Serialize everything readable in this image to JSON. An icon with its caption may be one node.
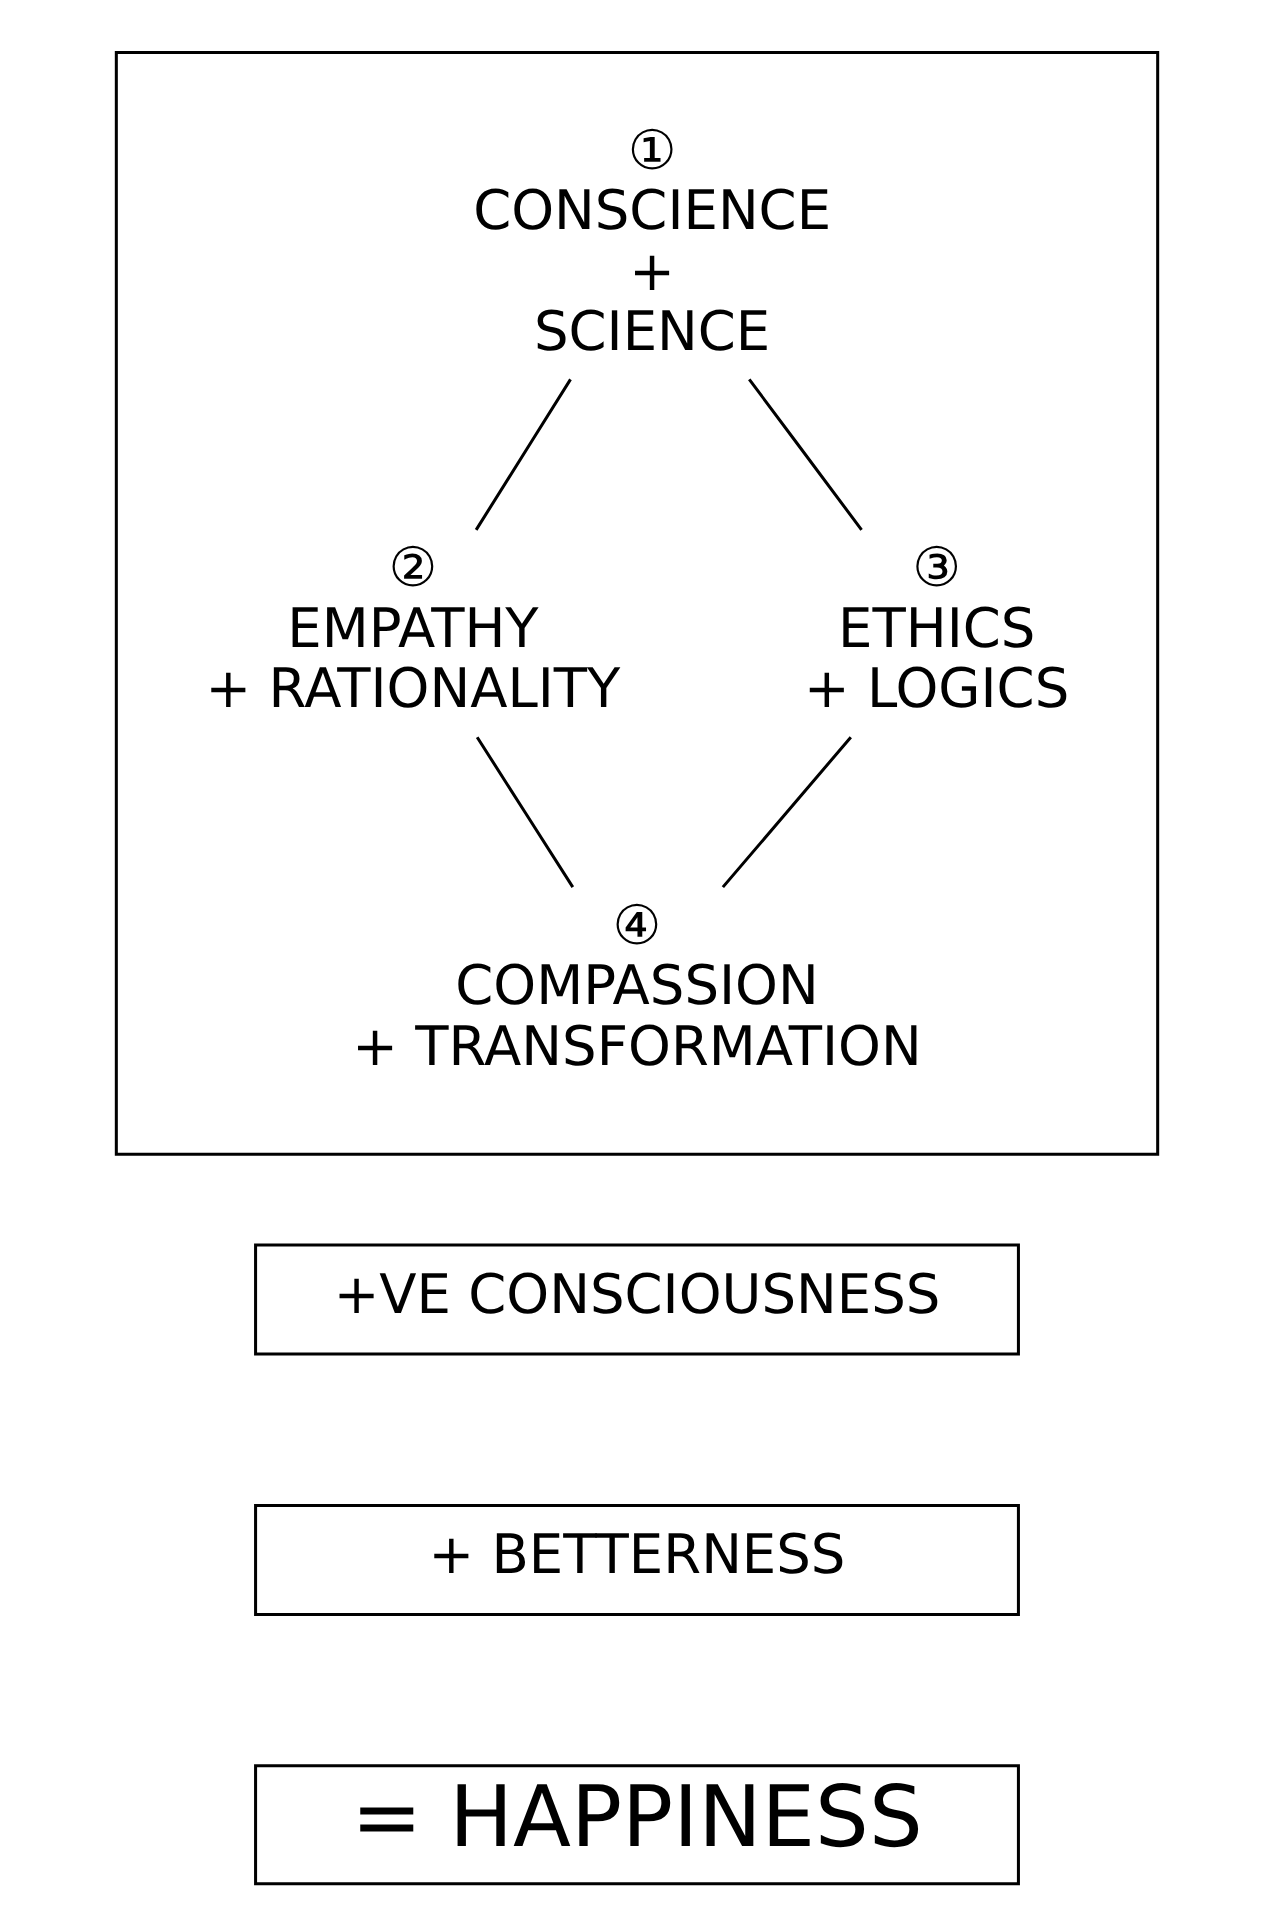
{
  "diagram": {
    "nodes": [
      {
        "text": [],
        "shape": "box"
      },
      {
        "text": [
          "①",
          "CONSCIENCE"
        ],
        "beside": [
          "+",
          "SCIENCE"
        ],
        "in": 0
      },
      {
        "text": [
          "②",
          "EMPATHY"
        ],
        "beside": [
          "+ RATIONALITY"
        ],
        "in": 0
      },
      {
        "text": [
          "③",
          "ETHICS"
        ],
        "beside": [
          "+ LOGICS"
        ],
        "in": 0
      },
      {
        "text": [
          "④",
          "COMPASSION"
        ],
        "beside": [
          "+ TRANSFORMATION"
        ],
        "in": 0
      },
      {
        "text": [
          "+VE CONSCIOUSNESS"
        ]
      },
      {
        "text": [
          "+ BETTERNESS"
        ]
      },
      {
        "text": [
          "= HAPPINESS"
        ]
      }
    ],
    "edges": [
      {
        "from": 1,
        "to": 2,
        "arrow": "none"
      },
      {
        "from": 1,
        "to": 3,
        "arrow": "none"
      },
      {
        "from": 2,
        "to": 4,
        "arrow": "none"
      },
      {
        "from": 3,
        "to": 4,
        "arrow": "none"
      }
    ]
  }
}
